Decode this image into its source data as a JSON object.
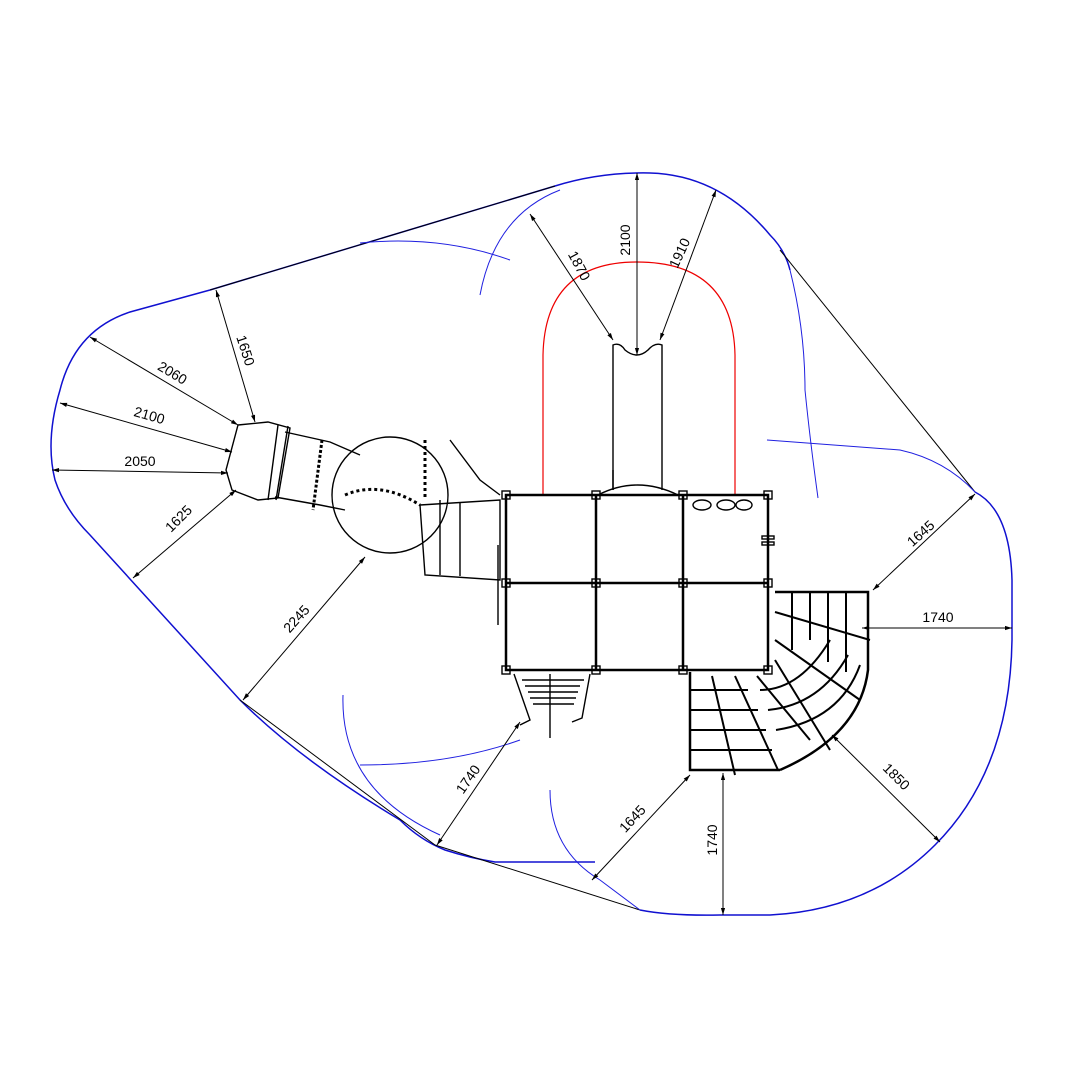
{
  "drawing": {
    "colors": {
      "safety_zone": "#1010d0",
      "slide_zone": "#e00000",
      "equipment": "#000000"
    },
    "dimensions": [
      {
        "id": "slide-top-left",
        "value": "1870"
      },
      {
        "id": "slide-top-center",
        "value": "2100"
      },
      {
        "id": "slide-top-right",
        "value": "1910"
      },
      {
        "id": "tube-top",
        "value": "1650"
      },
      {
        "id": "tube-upper-left",
        "value": "2060"
      },
      {
        "id": "tube-left",
        "value": "2100"
      },
      {
        "id": "tube-mid-left",
        "value": "2050"
      },
      {
        "id": "tube-lower-left",
        "value": "1625"
      },
      {
        "id": "spiral-lower-left",
        "value": "2245"
      },
      {
        "id": "ladder-bottom",
        "value": "1740"
      },
      {
        "id": "stairs-bottom-left",
        "value": "1645"
      },
      {
        "id": "stairs-bottom",
        "value": "1740"
      },
      {
        "id": "stairs-bottom-right",
        "value": "1850"
      },
      {
        "id": "stairs-upper-right",
        "value": "1645"
      },
      {
        "id": "stairs-right",
        "value": "1740"
      }
    ]
  }
}
